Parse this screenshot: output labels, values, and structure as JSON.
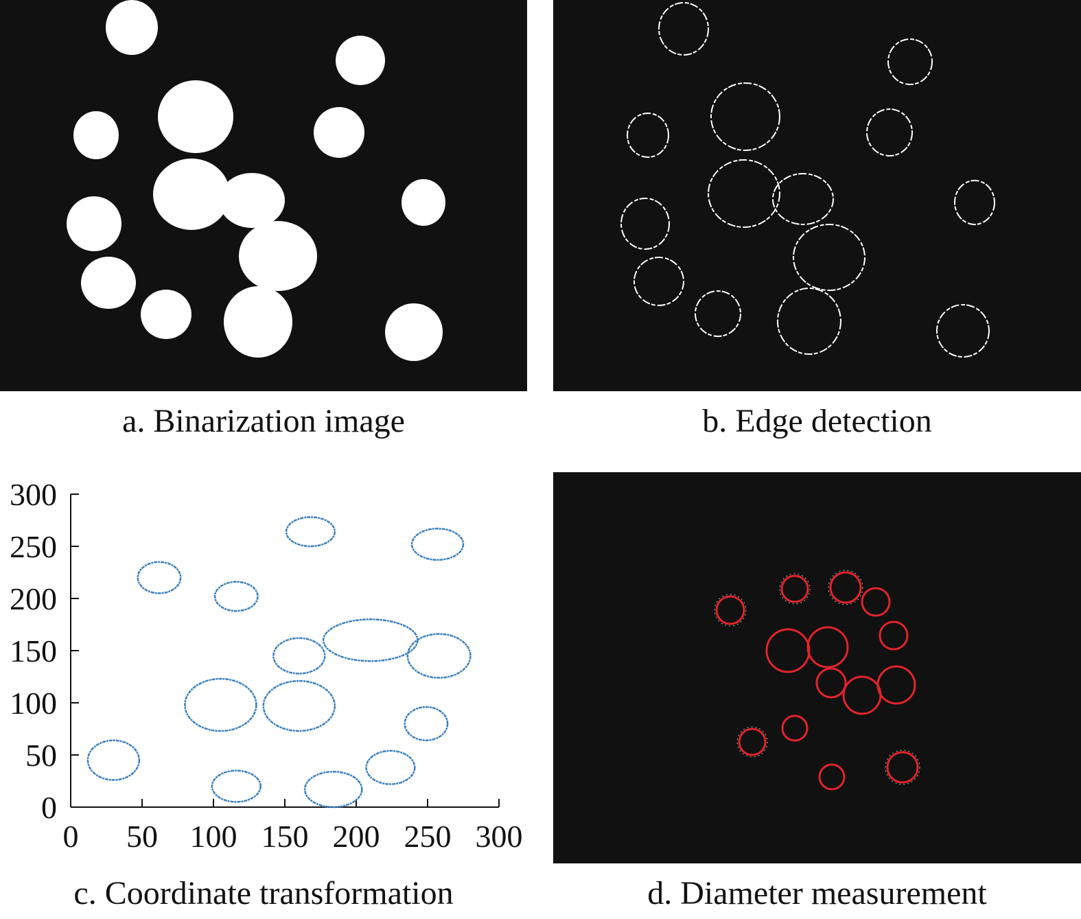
{
  "panels": {
    "a": {
      "caption": "a. Binarization image"
    },
    "b": {
      "caption": "b. Edge detection"
    },
    "c": {
      "caption": "c. Coordinate transformation"
    },
    "d": {
      "caption": "d. Diameter measurement"
    }
  },
  "colors": {
    "background_dark": "#111111",
    "blob_fill": "#ffffff",
    "edge_stroke": "#ffffff",
    "contour_stroke": "#3a7fc0",
    "measure_stroke": "#e0242c"
  },
  "chart_data": {
    "type": "scatter",
    "title": "",
    "xlabel": "",
    "ylabel": "",
    "xlim": [
      0,
      300
    ],
    "ylim": [
      0,
      300
    ],
    "x_ticks": [
      0,
      50,
      100,
      150,
      200,
      250,
      300
    ],
    "y_ticks": [
      0,
      50,
      100,
      150,
      200,
      250,
      300
    ],
    "grid": false,
    "contours": [
      {
        "cx": 168,
        "cy": 264,
        "rx": 17,
        "ry": 14
      },
      {
        "cx": 257,
        "cy": 252,
        "rx": 18,
        "ry": 15
      },
      {
        "cx": 62,
        "cy": 220,
        "rx": 15,
        "ry": 15
      },
      {
        "cx": 116,
        "cy": 202,
        "rx": 15,
        "ry": 14
      },
      {
        "cx": 210,
        "cy": 160,
        "rx": 33,
        "ry": 20
      },
      {
        "cx": 258,
        "cy": 145,
        "rx": 22,
        "ry": 21
      },
      {
        "cx": 160,
        "cy": 145,
        "rx": 18,
        "ry": 17
      },
      {
        "cx": 105,
        "cy": 98,
        "rx": 25,
        "ry": 25
      },
      {
        "cx": 160,
        "cy": 97,
        "rx": 25,
        "ry": 24
      },
      {
        "cx": 249,
        "cy": 80,
        "rx": 15,
        "ry": 16
      },
      {
        "cx": 30,
        "cy": 45,
        "rx": 18,
        "ry": 19
      },
      {
        "cx": 224,
        "cy": 38,
        "rx": 17,
        "ry": 16
      },
      {
        "cx": 116,
        "cy": 20,
        "rx": 17,
        "ry": 15
      },
      {
        "cx": 184,
        "cy": 17,
        "rx": 20,
        "ry": 17
      }
    ]
  }
}
